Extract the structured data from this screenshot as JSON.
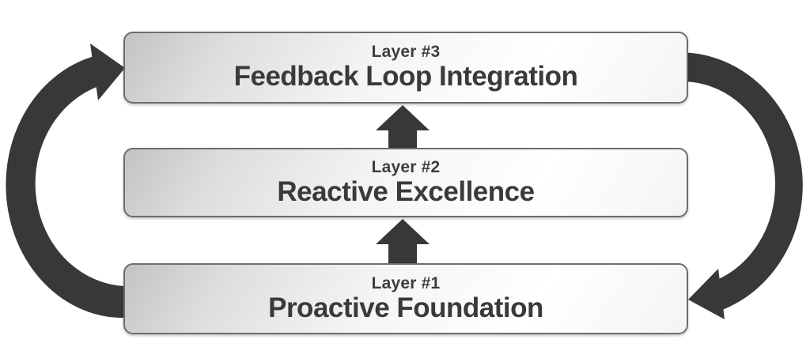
{
  "diagram": {
    "layers": [
      {
        "label": "Layer #3",
        "title": "Feedback Loop Integration"
      },
      {
        "label": "Layer #2",
        "title": "Reactive Excellence"
      },
      {
        "label": "Layer #1",
        "title": "Proactive Foundation"
      }
    ],
    "colors": {
      "arrow": "#383838",
      "box_border": "#6d6d6d",
      "text": "#3a3a3a",
      "box_gradient_start": "#c3c3c3",
      "box_gradient_end": "#ffffff"
    }
  }
}
